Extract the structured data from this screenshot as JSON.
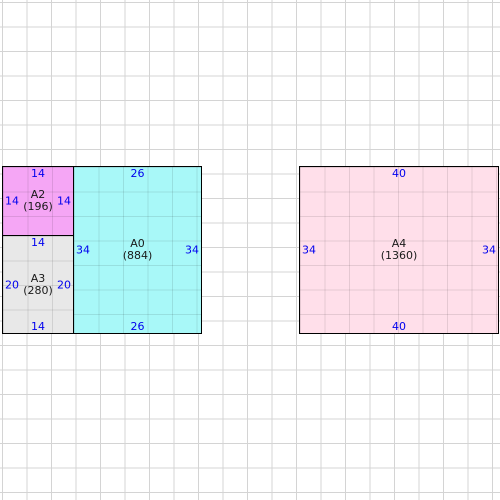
{
  "rects": {
    "a2": {
      "name": "A2",
      "area": "(196)",
      "top": "14",
      "bottom": "",
      "left": "14",
      "right": "14",
      "color": "#f5a6f5"
    },
    "a3": {
      "name": "A3",
      "area": "(280)",
      "top": "14",
      "bottom": "14",
      "left": "20",
      "right": "20",
      "color": "#e8e8e8"
    },
    "a0": {
      "name": "A0",
      "area": "(884)",
      "top": "26",
      "bottom": "26",
      "left": "34",
      "right": "34",
      "color": "#a8f8f8"
    },
    "a4": {
      "name": "A4",
      "area": "(1360)",
      "top": "40",
      "bottom": "40",
      "left": "34",
      "right": "34",
      "color": "#ffdfea"
    }
  }
}
